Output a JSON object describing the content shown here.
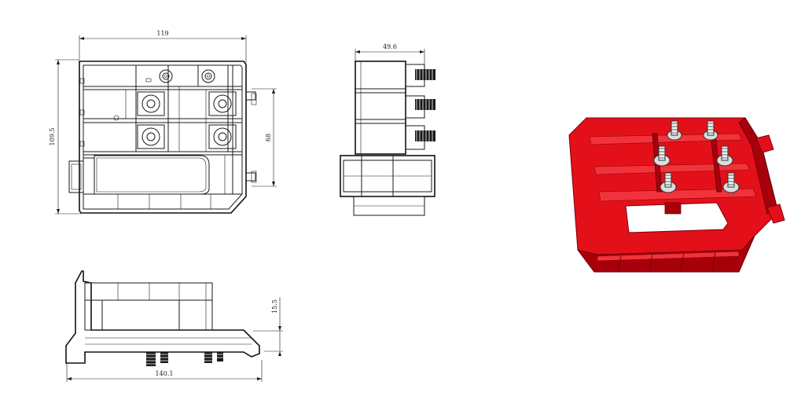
{
  "dimensions": {
    "top_width": "119",
    "top_height": "109.5",
    "top_pitch": "68",
    "side_width": "49.6",
    "front_width": "140.1",
    "front_height": "15.5"
  },
  "colors": {
    "render_red": "#e3101a",
    "line": "#1a1a1a"
  }
}
